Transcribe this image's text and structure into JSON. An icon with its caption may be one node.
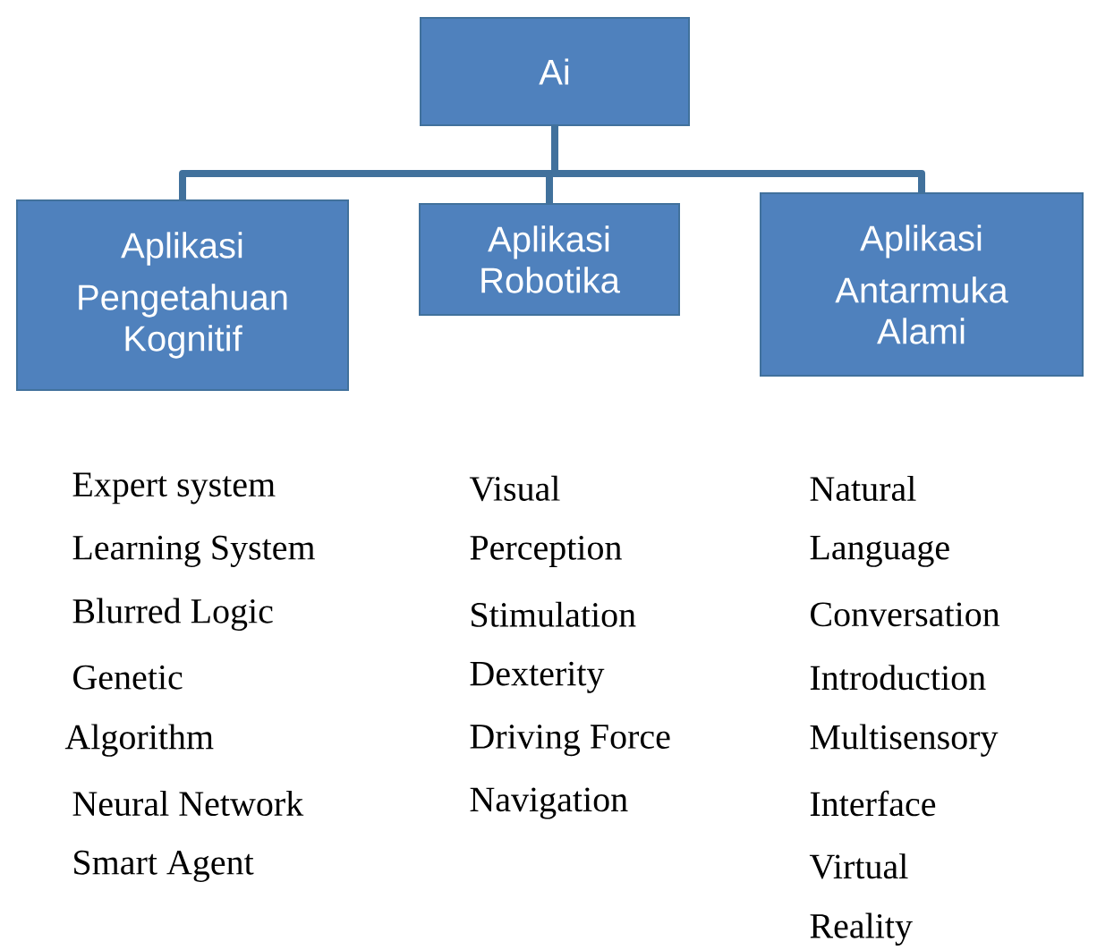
{
  "diagram": {
    "nodes": [
      {
        "text": [
          "Ai"
        ]
      },
      {
        "text": [
          "Aplikasi",
          "Pengetahuan Kognitif"
        ]
      },
      {
        "text": [
          "Aplikasi Robotika"
        ]
      },
      {
        "text": [
          "Aplikasi",
          "Antarmuka Alami"
        ]
      }
    ],
    "edges": [
      {
        "from": 0,
        "to": 1,
        "arrow": "none"
      },
      {
        "from": 0,
        "to": 2,
        "arrow": "none"
      },
      {
        "from": 0,
        "to": 3,
        "arrow": "none"
      }
    ],
    "labels": [
      "Expert system",
      "Learning System",
      "Blurred Logic",
      "Genetic",
      "Algorithm",
      "Neural Network",
      "Smart Agent",
      "Visual",
      "Perception",
      "Stimulation",
      "Dexterity",
      "Driving Force",
      "Navigation",
      "Natural",
      "Language",
      "Conversation",
      "Introduction",
      "Multisensory",
      "Interface",
      "Virtual",
      "Reality"
    ]
  }
}
